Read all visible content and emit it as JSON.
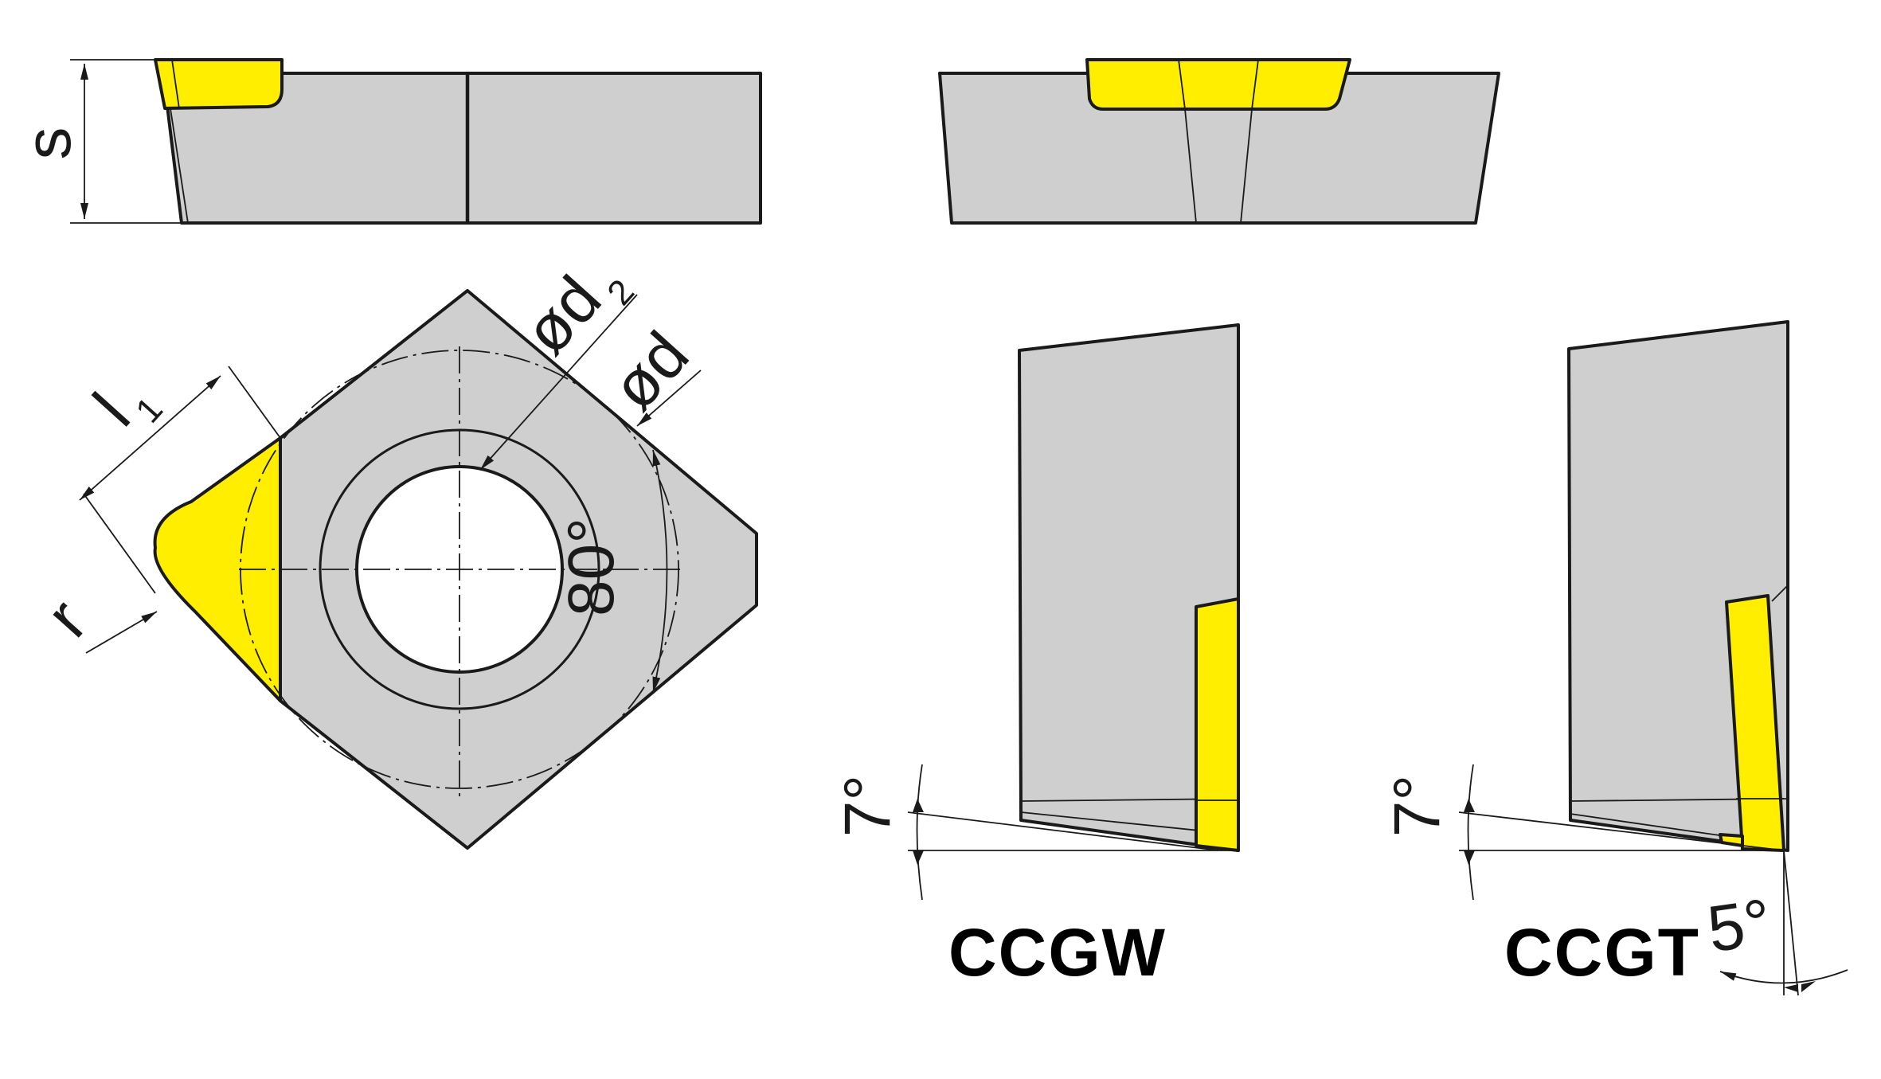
{
  "colors": {
    "body": "#cfcfcf",
    "cutting_tip": "#ffee00",
    "line": "#1a1a1a",
    "background": "#ffffff"
  },
  "dimensions": {
    "thickness": "s",
    "inscribed_circle": "ød",
    "hole_diameter_base": "ød",
    "hole_diameter_sub": "2",
    "cutting_edge_length_base": "l",
    "cutting_edge_length_sub": "1",
    "corner_radius": "r",
    "corner_angle": "80°"
  },
  "variants": [
    {
      "code": "CCGW",
      "clearance_angle": "7°"
    },
    {
      "code": "CCGT",
      "clearance_angle": "7°",
      "rake_angle": "5°"
    }
  ]
}
